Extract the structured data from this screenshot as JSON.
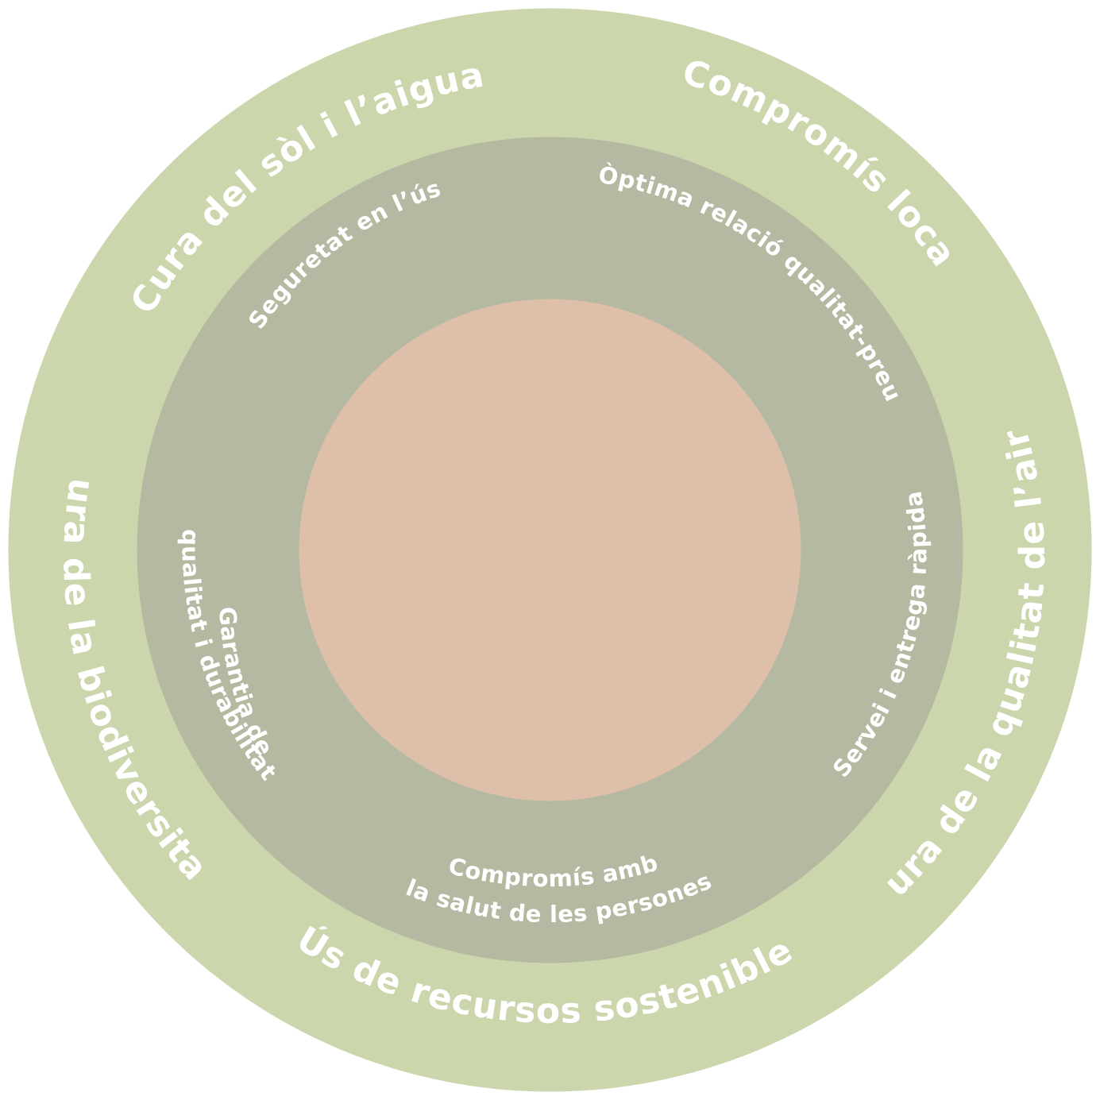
{
  "colors": {
    "outer_ring": "#cbd6ad",
    "middle_ring": "#b5b9a1",
    "core": "#debfa9",
    "label_text": "#ffffff"
  },
  "outer_ring": {
    "labels": [
      "Cura del sòl i l’aigua",
      "Compromís local",
      "Cura de la qualitat de l’aire",
      "Ús de recursos sostenibles",
      "Cura de la biodiversitat"
    ]
  },
  "middle_ring": {
    "labels": [
      "Seguretat en l’ús",
      "Òptima relació qualitat-preu",
      "Servei i entrega ràpida",
      "Compromís amb",
      "la salut de les persones",
      "Garantia de",
      "qualitat i durabilitat"
    ]
  }
}
